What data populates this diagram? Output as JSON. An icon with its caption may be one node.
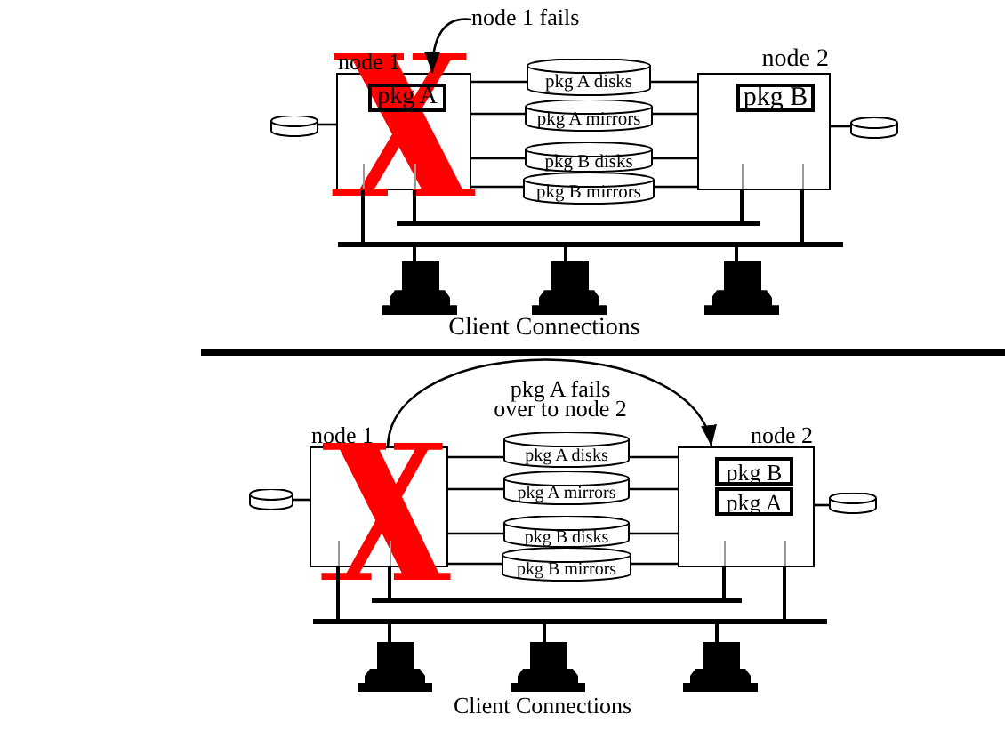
{
  "diagram": {
    "nodes": [
      {
        "text": [
          "node 1 fails"
        ]
      },
      {
        "text": [
          "node 1"
        ]
      },
      {
        "text": [
          "pkg A"
        ],
        "in": 1
      },
      {
        "text": [
          "pkg A disks"
        ]
      },
      {
        "text": [
          "pkg A mirrors"
        ]
      },
      {
        "text": [
          "pkg B disks"
        ]
      },
      {
        "text": [
          "pkg B mirrors"
        ]
      },
      {
        "text": [
          "node 2"
        ]
      },
      {
        "text": [
          "pkg B"
        ],
        "in": 7
      },
      {
        "text": [],
        "shape": "cylinder"
      },
      {
        "text": [],
        "shape": "cylinder"
      },
      {
        "text": [],
        "shape": "bar"
      },
      {
        "text": [],
        "shape": "bar"
      },
      {
        "text": [],
        "shape": "computer"
      },
      {
        "text": [],
        "shape": "computer"
      },
      {
        "text": [],
        "shape": "computer"
      },
      {
        "text": [
          "node 1"
        ]
      },
      {
        "text": [
          "pkg A disks"
        ]
      },
      {
        "text": [
          "pkg A mirrors"
        ]
      },
      {
        "text": [
          "pkg B disks"
        ]
      },
      {
        "text": [
          "pkg B mirrors"
        ]
      },
      {
        "text": [
          "node 2"
        ]
      },
      {
        "text": [
          "pkg B"
        ],
        "in": 21
      },
      {
        "text": [
          "pkg A"
        ],
        "in": 21
      },
      {
        "text": [],
        "shape": "cylinder"
      },
      {
        "text": [],
        "shape": "cylinder"
      },
      {
        "text": [],
        "shape": "bar"
      },
      {
        "text": [],
        "shape": "bar"
      },
      {
        "text": [],
        "shape": "computer"
      },
      {
        "text": [],
        "shape": "computer"
      },
      {
        "text": [],
        "shape": "computer"
      }
    ],
    "edges": [
      {
        "from": 0,
        "to": 1,
        "arrow": "to"
      },
      {
        "from": 1,
        "to": 3,
        "arrow": "none"
      },
      {
        "from": 3,
        "to": 7,
        "arrow": "none"
      },
      {
        "from": 1,
        "to": 4,
        "arrow": "none"
      },
      {
        "from": 4,
        "to": 7,
        "arrow": "none"
      },
      {
        "from": 1,
        "to": 5,
        "arrow": "none"
      },
      {
        "from": 5,
        "to": 7,
        "arrow": "none"
      },
      {
        "from": 1,
        "to": 6,
        "arrow": "none"
      },
      {
        "from": 6,
        "to": 7,
        "arrow": "none"
      },
      {
        "from": 9,
        "to": 1,
        "arrow": "none"
      },
      {
        "from": 7,
        "to": 10,
        "arrow": "none"
      },
      {
        "from": 1,
        "to": 11,
        "arrow": "none"
      },
      {
        "from": 7,
        "to": 11,
        "arrow": "none"
      },
      {
        "from": 1,
        "to": 12,
        "arrow": "none"
      },
      {
        "from": 7,
        "to": 12,
        "arrow": "none"
      },
      {
        "from": 12,
        "to": 13,
        "arrow": "none"
      },
      {
        "from": 12,
        "to": 14,
        "arrow": "none"
      },
      {
        "from": 12,
        "to": 15,
        "arrow": "none"
      },
      {
        "from": 16,
        "to": 21,
        "arrow": "to",
        "label": "pkg A fails over to node 2"
      },
      {
        "from": 16,
        "to": 17,
        "arrow": "none"
      },
      {
        "from": 17,
        "to": 21,
        "arrow": "none"
      },
      {
        "from": 16,
        "to": 18,
        "arrow": "none"
      },
      {
        "from": 18,
        "to": 21,
        "arrow": "none"
      },
      {
        "from": 16,
        "to": 19,
        "arrow": "none"
      },
      {
        "from": 19,
        "to": 21,
        "arrow": "none"
      },
      {
        "from": 16,
        "to": 20,
        "arrow": "none"
      },
      {
        "from": 20,
        "to": 21,
        "arrow": "none"
      },
      {
        "from": 24,
        "to": 16,
        "arrow": "none"
      },
      {
        "from": 21,
        "to": 25,
        "arrow": "none"
      },
      {
        "from": 16,
        "to": 26,
        "arrow": "none"
      },
      {
        "from": 21,
        "to": 26,
        "arrow": "none"
      },
      {
        "from": 16,
        "to": 27,
        "arrow": "none"
      },
      {
        "from": 21,
        "to": 27,
        "arrow": "none"
      },
      {
        "from": 27,
        "to": 28,
        "arrow": "none"
      },
      {
        "from": 27,
        "to": 29,
        "arrow": "none"
      },
      {
        "from": 27,
        "to": 30,
        "arrow": "none"
      }
    ],
    "labels": [
      "Client Connections",
      "Client Connections"
    ]
  }
}
